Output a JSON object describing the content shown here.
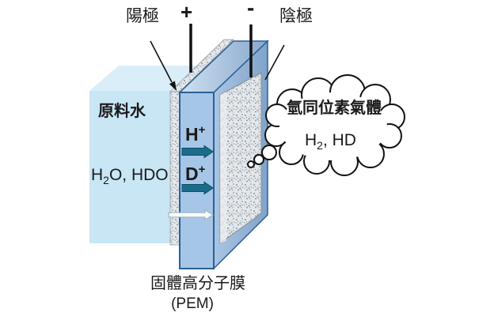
{
  "labels": {
    "anode": "陽極",
    "plus": "+",
    "minus": "-",
    "cathode": "陰極",
    "feed_water": "原料水",
    "membrane_line1": "固體高分子膜",
    "membrane_line2": "(PEM)"
  },
  "formulas": {
    "water": {
      "base": "H",
      "sub": "2",
      "rest": "O, HDO"
    },
    "h_ion": {
      "base": "H",
      "sup": "+"
    },
    "d_ion": {
      "base": "D",
      "sup": "+"
    },
    "cloud_title": "氫同位素氣體",
    "cloud_gas": {
      "base": "H",
      "sub": "2",
      "rest": ", HD"
    }
  },
  "colors": {
    "water_front": "#c9e6f5",
    "water_top": "#d9eef9",
    "membrane_front": "#a6c6e7",
    "membrane_top_light": "#cfe0f2",
    "membrane_top_dark": "#87a8cc",
    "membrane_side": "#9db9dc",
    "membrane_border": "#2a5f96",
    "ion_arrow_fill": "#1b6c8a",
    "ion_arrow_border": "#0f4d63",
    "electrode_base": "#e4e8eb",
    "electrode_fleck": "#8e9aa6",
    "wire_black": "#111111",
    "cloud_outline": "#111111"
  }
}
